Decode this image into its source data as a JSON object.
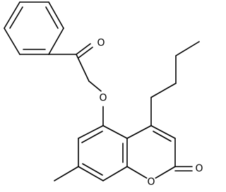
{
  "structure": {
    "atoms": {
      "carbonyl_oxygen": "O",
      "ether_oxygen": "O",
      "ring_oxygen": "O",
      "lactone_oxygen": "O"
    },
    "colors": {
      "bond": "#000000",
      "background": "#ffffff",
      "label": "#000000"
    }
  }
}
